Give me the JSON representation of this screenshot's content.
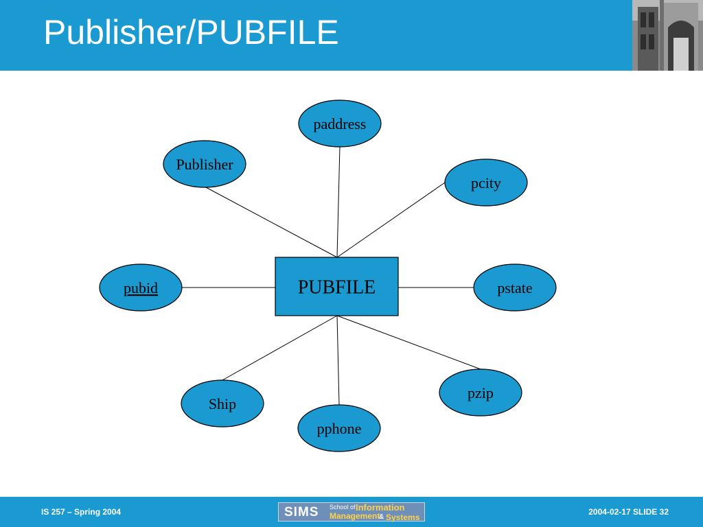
{
  "slide": {
    "title": "Publisher/PUBFILE",
    "footer_left": "IS 257 – Spring 2004",
    "footer_right": "2004-02-17  SLIDE 32",
    "logo": {
      "sims": "SIMS",
      "school_of": "School of",
      "information": "Information",
      "management": "Management",
      "amp": "&",
      "systems": "Systems"
    }
  },
  "diagram": {
    "entity": {
      "label": "PUBFILE"
    },
    "attributes": [
      {
        "id": "paddress",
        "label": "paddress",
        "key": false
      },
      {
        "id": "publisher",
        "label": "Publisher",
        "key": false
      },
      {
        "id": "pcity",
        "label": "pcity",
        "key": false
      },
      {
        "id": "pubid",
        "label": "pubid",
        "key": true
      },
      {
        "id": "pstate",
        "label": "pstate",
        "key": false
      },
      {
        "id": "ship",
        "label": "Ship",
        "key": false
      },
      {
        "id": "pphone",
        "label": "pphone",
        "key": false
      },
      {
        "id": "pzip",
        "label": "pzip",
        "key": false
      }
    ]
  },
  "colors": {
    "header": "#1a9ad0",
    "shape_fill": "#1a9ad0"
  }
}
